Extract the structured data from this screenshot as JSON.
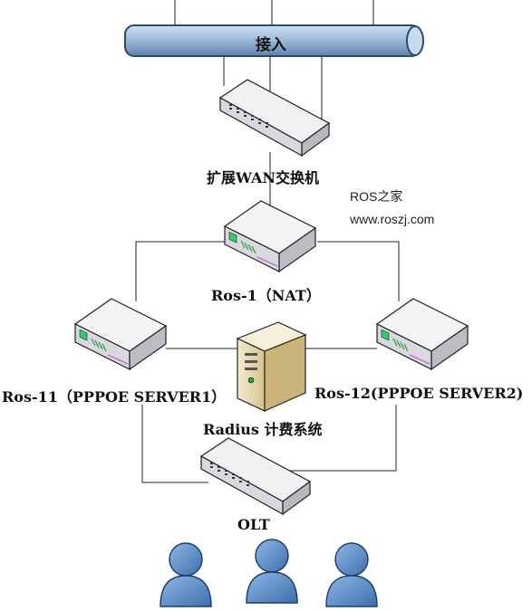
{
  "pipe_label": "接入",
  "labels": {
    "wan_switch": "扩展WAN交换机",
    "ros1": "Ros-1（NAT）",
    "ros11": "Ros-11（PPPOE SERVER1）",
    "ros12": "Ros-12(PPPOE SERVER2)",
    "radius": "Radius 计费系统",
    "olt": "OLT"
  },
  "watermark": {
    "line1": "ROS之家",
    "line2": "www.roszj.com"
  },
  "colors": {
    "pipe_fill": "#9bb8d8",
    "pipe_stroke": "#2b4a70",
    "user_fill": "#5e8fc9",
    "router_body": "#e8e8ec",
    "server_fill": "#e7d8ad"
  }
}
